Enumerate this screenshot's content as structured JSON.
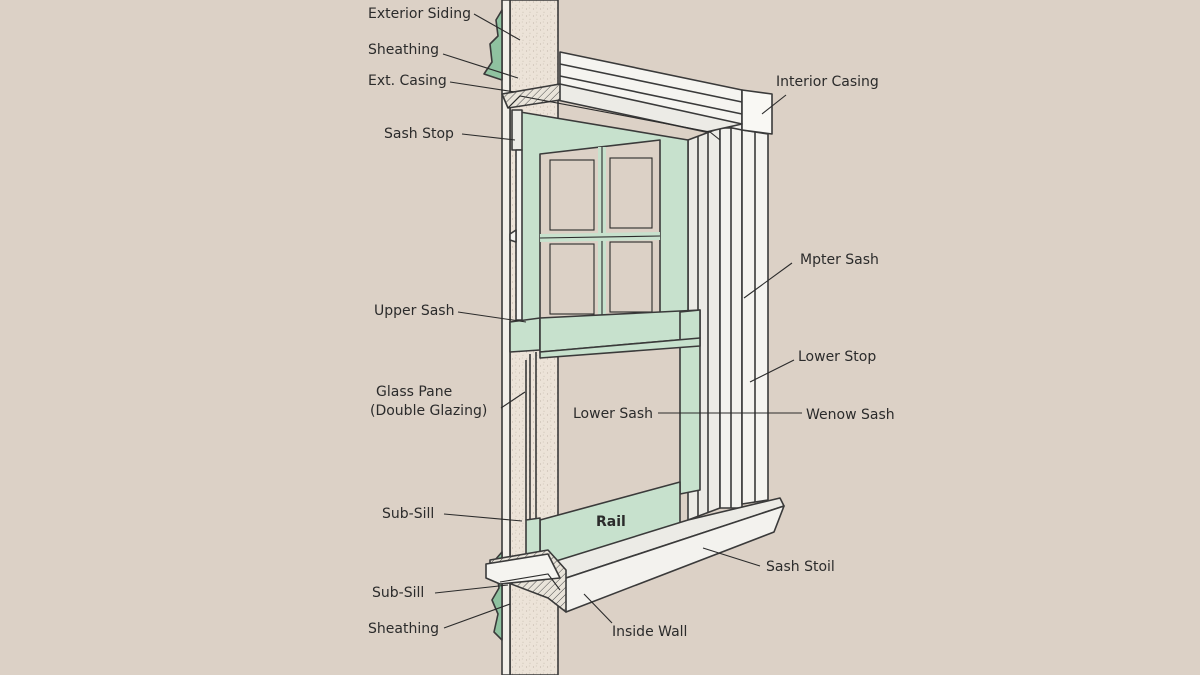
{
  "colors": {
    "background": "#dcd1c6",
    "sash_green": "#c7e1cd",
    "frame_light": "#ecebe6",
    "wall": "#ece3d8",
    "flashing": "#8fc2a0",
    "line": "#2b2b2b"
  },
  "labels": {
    "exterior_siding": "Exterior Siding",
    "sheathing_top": "Sheathing",
    "ext_casing": "Ext. Casing",
    "sash_stop": "Sash Stop",
    "upper_sash": "Upper Sash",
    "glass_pane_line1": "Glass Pane",
    "glass_pane_line2": "(Double Glazing)",
    "sub_sill_upper": "Sub-Sill",
    "sub_sill_lower": "Sub-Sill",
    "sheathing_bottom": "Sheathing",
    "interior_casing": "Interior Casing",
    "mpter_sash": "Mpter Sash",
    "lower_stop": "Lower Stop",
    "wenow_sash": "Wenow Sash",
    "lower_sash": "Lower Sash",
    "rail": "Rail",
    "sash_stoil": "Sash Stoil",
    "inside_wall": "Inside Wall"
  }
}
